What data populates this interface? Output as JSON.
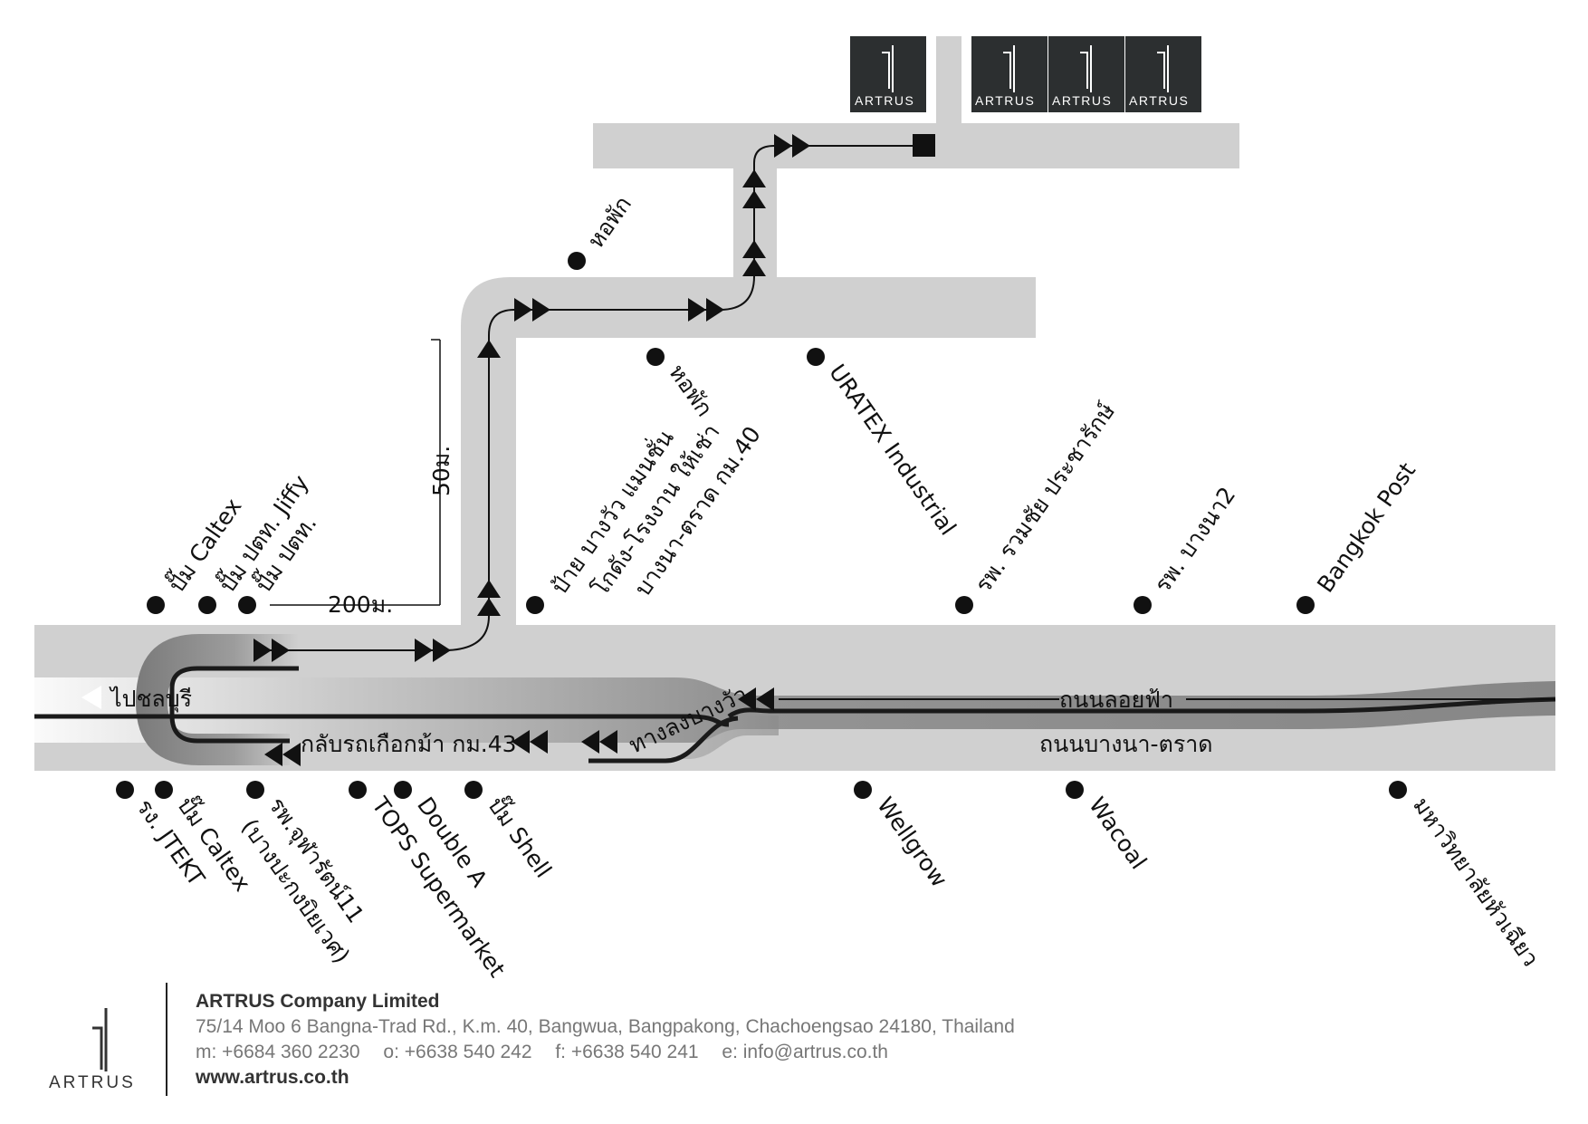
{
  "map": {
    "roads": {
      "elevated": "ถนนลอยฟ้า",
      "main": "ถนนบางนา-ตราด",
      "exit": "ทางลงบางวัว",
      "u_turn": "กลับรถเกือกม้า กม.43",
      "to_chonburi": "ไปชลบุรี"
    },
    "distances": {
      "d200": "200ม.",
      "d50": "50ม."
    },
    "landmarks_top": [
      {
        "name": "ปั๊ม Caltex"
      },
      {
        "name": "ปั๊ม ปตท. Jiffy"
      },
      {
        "name": "ปั๊ม ปตท."
      },
      {
        "name": "ป้าย บางวัว แมนชั่น"
      },
      {
        "name": "โกดัง-โรงงาน ให้เช่า"
      },
      {
        "name": "บางนา-ตราด กม.40"
      },
      {
        "name": "รพ. รวมชัย ประชารักษ์"
      },
      {
        "name": "รพ. บางนา2"
      },
      {
        "name": "Bangkok Post"
      },
      {
        "name": "หอพัก"
      },
      {
        "name": "หอพัก"
      },
      {
        "name": "URATEX Industrial"
      }
    ],
    "landmarks_bottom": [
      {
        "name": "รง. JTEKT"
      },
      {
        "name": "ปั๊ม Caltex"
      },
      {
        "name": "รพ.จุฬารัตน์11"
      },
      {
        "name": "(บางปะกงบิยเวศ)"
      },
      {
        "name": "TOPS Supermarket"
      },
      {
        "name": "Double A"
      },
      {
        "name": "ปั๊ม Shell"
      },
      {
        "name": "Wellgrow"
      },
      {
        "name": "Wacoal"
      },
      {
        "name": "มหาวิทยาลัยหัวเฉียว"
      }
    ],
    "buildings": [
      "ARTRUS",
      "ARTRUS",
      "ARTRUS",
      "ARTRUS"
    ]
  },
  "footer": {
    "logo_text": "ARTRUS",
    "company": "ARTRUS Company Limited",
    "address": "75/14 Moo 6 Bangna-Trad Rd., K.m. 40, Bangwua, Bangpakong, Chachoengsao 24180, Thailand",
    "contacts": {
      "mobile": "m: +6684 360 2230",
      "office": "o: +6638 540 242",
      "fax": "f: +6638 540 241",
      "email": "e: info@artrus.co.th"
    },
    "website": "www.artrus.co.th"
  },
  "colors": {
    "road": "#d0d0d0",
    "elevated_road": "#8a8a8a",
    "route": "#111111",
    "logo_bg": "#2c2f30"
  }
}
